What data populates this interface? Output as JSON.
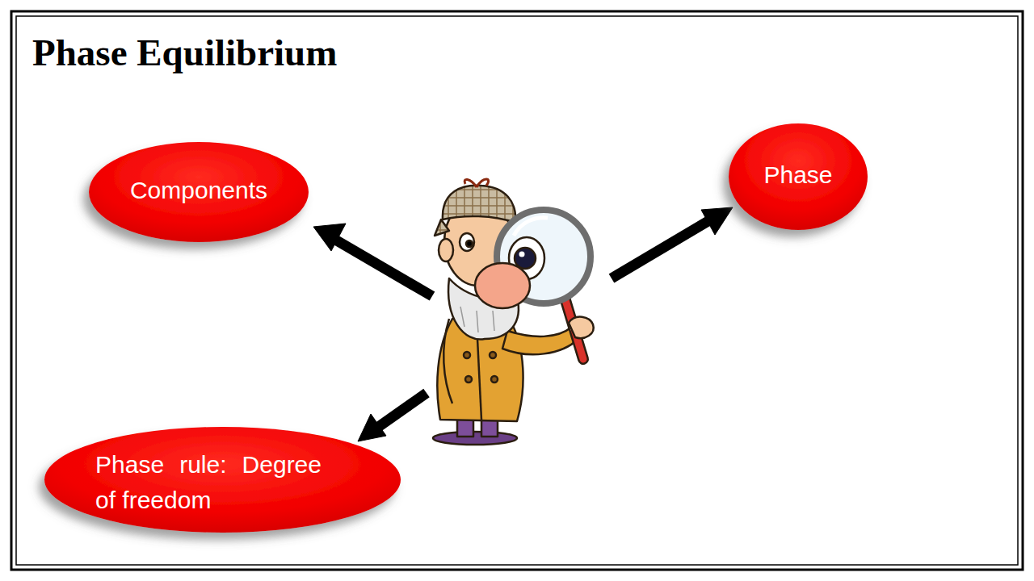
{
  "diagram": {
    "title": "Phase Equilibrium",
    "nodes": [
      {
        "text": [
          "Components"
        ]
      },
      {
        "text": [
          "Phase"
        ]
      },
      {
        "text": [
          "Phase rule: Degree of freedom"
        ]
      }
    ]
  }
}
